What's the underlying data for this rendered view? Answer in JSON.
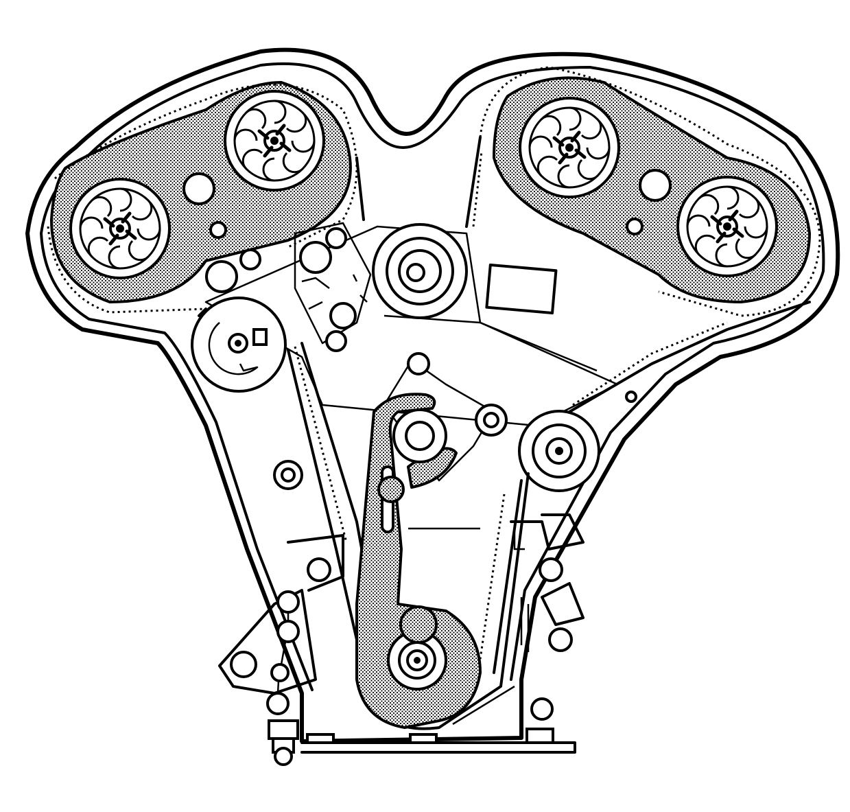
{
  "diagram": {
    "kind": "timing-belt-line-drawing",
    "palette": {
      "line": "#000000",
      "background": "#ffffff",
      "shading": "#9a9a9a"
    },
    "components": [
      "front-cover-outline",
      "left-bank-camshaft-plate",
      "right-bank-camshaft-plate",
      "camshaft-sprocket",
      "upper-idler-pulley",
      "left-tensioner-pulley",
      "right-idler-pulley",
      "belt-tensioner-arm",
      "crankshaft-sprocket",
      "timing-belt",
      "sensor-block",
      "mounting-bolt"
    ]
  }
}
